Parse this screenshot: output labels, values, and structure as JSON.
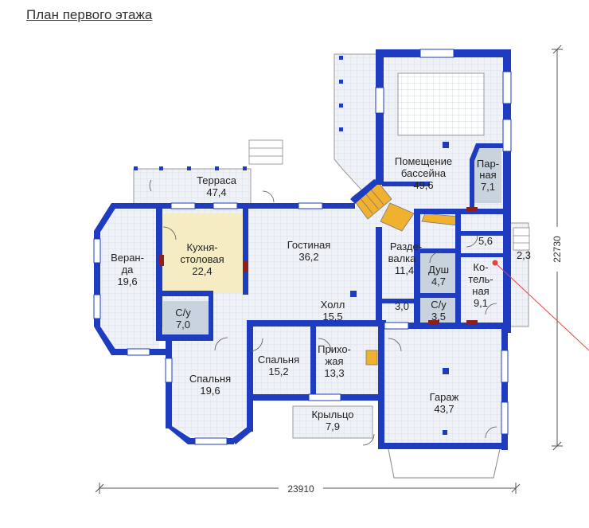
{
  "title": "План первого этажа",
  "colors": {
    "wall": "#1e3cc0",
    "floor": "#eef1f5",
    "kitchen": "#f5ecc4",
    "wet": "#c9d3de",
    "stairs": "#f0b030",
    "dimension": "#555555",
    "marker": "#e84040"
  },
  "rooms": {
    "terrace": {
      "name": "Терраса",
      "area": "47,4"
    },
    "pool": {
      "name": "Помещение",
      "name2": "бассейна",
      "area": "49,6"
    },
    "sauna": {
      "name": "Пар-",
      "name2": "ная",
      "area": "7,1"
    },
    "veranda": {
      "name": "Веран-",
      "name2": "да",
      "area": "19,6"
    },
    "kitchen": {
      "name": "Кухня-",
      "name2": "столовая",
      "area": "22,4"
    },
    "living": {
      "name": "Гостиная",
      "area": "36,2"
    },
    "dressing": {
      "name": "Разде-",
      "name2": "валка",
      "area": "11,4"
    },
    "shower": {
      "name": "Душ",
      "area": "4,7"
    },
    "boiler": {
      "name": "Ко-",
      "name2": "тель-",
      "name3": "ная",
      "area": "9,1"
    },
    "small1": {
      "area": "5,6"
    },
    "small2": {
      "area": "2,3"
    },
    "wc1": {
      "name": "С/у",
      "area": "7,0"
    },
    "hall": {
      "name": "Холл",
      "area": "15,5"
    },
    "corridor": {
      "area": "3,0"
    },
    "wc2": {
      "name": "С/у",
      "area": "3,5"
    },
    "bed1": {
      "name": "Спальня",
      "area": "19,6"
    },
    "bed2": {
      "name": "Спальня",
      "area": "15,2"
    },
    "entry": {
      "name": "Прихо-",
      "name2": "жая",
      "area": "13,3"
    },
    "porch": {
      "name": "Крыльцо",
      "area": "7,9"
    },
    "garage": {
      "name": "Гараж",
      "area": "43,7"
    }
  },
  "dimensions": {
    "width": "23910",
    "height": "22730"
  }
}
